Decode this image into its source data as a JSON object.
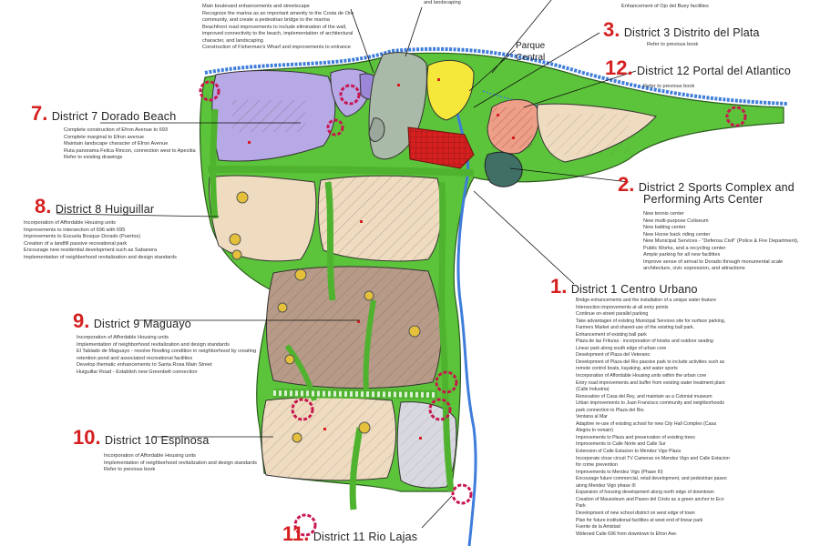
{
  "colors": {
    "green_corridor": "#5cc43a",
    "water": "#3f7ddb",
    "district_red": "#d61f1f",
    "purple": "#b7a8e6",
    "tan": "#efdcc0",
    "brown": "#b89a88",
    "pink": "#ee9f88",
    "yellow": "#f5e83a",
    "gray_green": "#a9bba8",
    "dark_teal": "#3f6f65"
  },
  "top_notes_left": [
    "Main boulevard enhancements and streetscape",
    "Recognize the marina as an important amenity to the Costa de Oro",
    "community, and create a pedestrian bridge to the marina",
    "Beachfront road improvements to include elimination of the wall,",
    "improved connectivity to the beach, implementation of architectural",
    "character, and landscaping",
    "Construction of Fisherman's Wharf and improvements to entrance"
  ],
  "top_notes_center": [
    "and landscaping"
  ],
  "top_notes_right": [
    "Enhancement of Ojo del Buey facilities"
  ],
  "parque_central": {
    "line1": "Parque",
    "line2": "Central"
  },
  "districts": {
    "d3": {
      "num": "3.",
      "name": "District 3 Distrito del Plata",
      "notes": [
        "Refer to previous book"
      ]
    },
    "d12": {
      "num": "12.",
      "name": "District 12 Portal del Atlantico",
      "notes": [
        "Refer to previous book"
      ]
    },
    "d7": {
      "num": "7.",
      "name": "District 7 Dorado Beach",
      "notes": [
        "Complete construction of Efron Avenue to 693",
        "Complete marginal to Efron avenue",
        "Maintain landscape character of Efron Avenue",
        "Ruta panorama Felica Rincon, connection west to Apecitia",
        "Refer to existing drawings"
      ]
    },
    "d2": {
      "num": "2.",
      "name_line1": "District 2 Sports Complex and",
      "name_line2": "Performing Arts Center",
      "notes": [
        "New tennis center",
        "New multi-purpose Coliseum",
        "New batting center",
        "New Horse back riding center",
        "New Municipal Services - \"Defensa Civil\" (Police & Fire Department),",
        "Public Works, and a recycling center",
        "Ample parking for all new facilities",
        "Improve sense of arrival to Dorado through monumental scale",
        "architecture, civic expression, and attractions"
      ]
    },
    "d8": {
      "num": "8.",
      "name": "District 8 Huiguillar",
      "notes": [
        "Incorporation of Affordable Housing units",
        "Improvements to intersection of 696 with 695",
        "Improvements to Escuela Bosque Dorado (Puertos)",
        "Creation of a landfill passive recreational park",
        "Encourage new residential development such as Sabanera",
        "Implementation of neighborhood revitalization and design standards"
      ]
    },
    "d1": {
      "num": "1.",
      "name": "District 1 Centro Urbano",
      "notes": [
        "Bridge enhancements and the installation of a unique water feature",
        "Intersection improvements at all entry points",
        "Continue on-street parallel parking",
        "Take advantages of existing Municipal Services site for surface parking,",
        "Farmers Market and shared-use of the existing ball park.",
        "Enhancement of existing ball park",
        "Plaza de las Frituras - incorporation of kiosks and outdoor seating",
        "Linear park along south edge of urban core",
        "Development of Plaza del Veterano",
        "Development of Plaza del Rio passive park to include activities such as",
        "remote control boats, kayaking, and water sports",
        "Incorporation of Affordable Housing units within the urban core",
        "Entry road improvements and buffer from existing water treatment plant",
        "(Calle Industria)",
        "Renovation of Casa del Rey, and maintain as a Colonial museum",
        "Urban improvements to Juan Francisco community and neighborhoods",
        "park connection to Plaza del Rio.",
        "Ventana al Mar",
        "Adaptive re-use of existing school for new City Hall Complex (Casa",
        "Alegria to remain)",
        "Improvements to Plaza and preservation of existing trees",
        "Improvements to Calle Norte and Calle Sur",
        "Extension of Calle Estacion to Mendez Vigo Plaza",
        "Incorporate close circuit TV Cameras on Mendez Vigo and Calle Estacion",
        "for crime prevention",
        "Improvements to Mendez Vigo (Phase III)",
        "Encourage future commercial, retail development, and pedestrian paseo",
        "along Mendez Vigo phase III",
        "Expansion of housing development along north edge of downtown",
        "Creation of Mausoleum and Paseo del Cristo as a green anchor to Eco",
        "Park",
        "Development of new school district on west edge of town",
        "Plan for future institutional facilities at west end of linear park",
        "Fuente de la Amistad",
        "Widened Calle 696 from downtown to Efron Ave."
      ]
    },
    "d9": {
      "num": "9.",
      "name": "District 9 Maguayo",
      "notes": [
        "Incorporation of Affordable Housing units",
        "Implementation of neighborhood revitalization and design standards",
        "El Tablado de Maguayo - resolve flooding condition in neighborhood by creating",
        "retention pond and associated recreational facilities",
        "Develop thematic enhancements to Santa Rosa Main Street",
        "Huiguillar Road - Establish new Greenbelt connection"
      ]
    },
    "d10": {
      "num": "10.",
      "name": "District 10 Espinosa",
      "notes": [
        "Incorporation of Affordable Housing units",
        "Implementation of neighborhood revitalization and design standards",
        "Refer to previous book"
      ]
    },
    "d11": {
      "num": "11.",
      "name": "District 11 Rio Lajas"
    }
  }
}
